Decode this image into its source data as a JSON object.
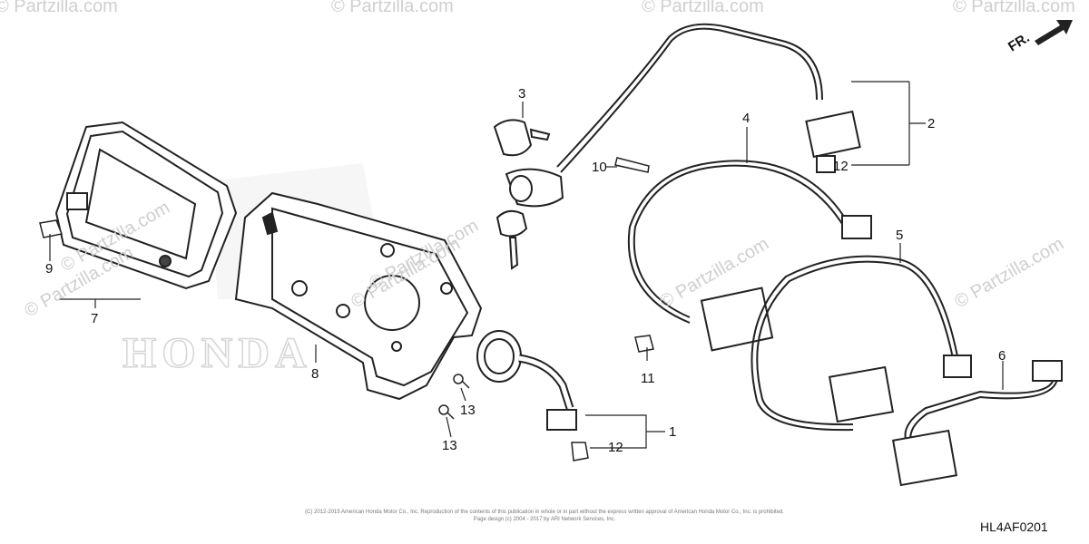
{
  "watermarks": [
    "© Partzilla.com",
    "© Partzilla.com",
    "© Partzilla.com",
    "© Partzilla.com",
    "© Partzilla.com",
    "© Partzilla.com",
    "© Partzilla.com",
    "© Partzilla.com",
    "© Partzilla.com",
    "© Partzilla.com"
  ],
  "logo_text": "HONDA",
  "direction_label": "FR.",
  "callouts": {
    "c1": "1",
    "c2": "2",
    "c3": "3",
    "c4": "4",
    "c5": "5",
    "c6": "6",
    "c7": "7",
    "c8": "8",
    "c9": "9",
    "c10": "10",
    "c11": "11",
    "c12a": "12",
    "c12b": "12",
    "c13a": "13",
    "c13b": "13"
  },
  "copyright_line1": "(C) 2012-2015 American Honda Motor Co., Inc. Reproduction of the contents of this publication in whole or in part without the express written approval of American Honda Motor Co., Inc. is prohibited.",
  "copyright_line2": "Page design (c) 2004 - 2017 by ARI Network Services, Inc.",
  "figure_code": "HL4AF0201"
}
